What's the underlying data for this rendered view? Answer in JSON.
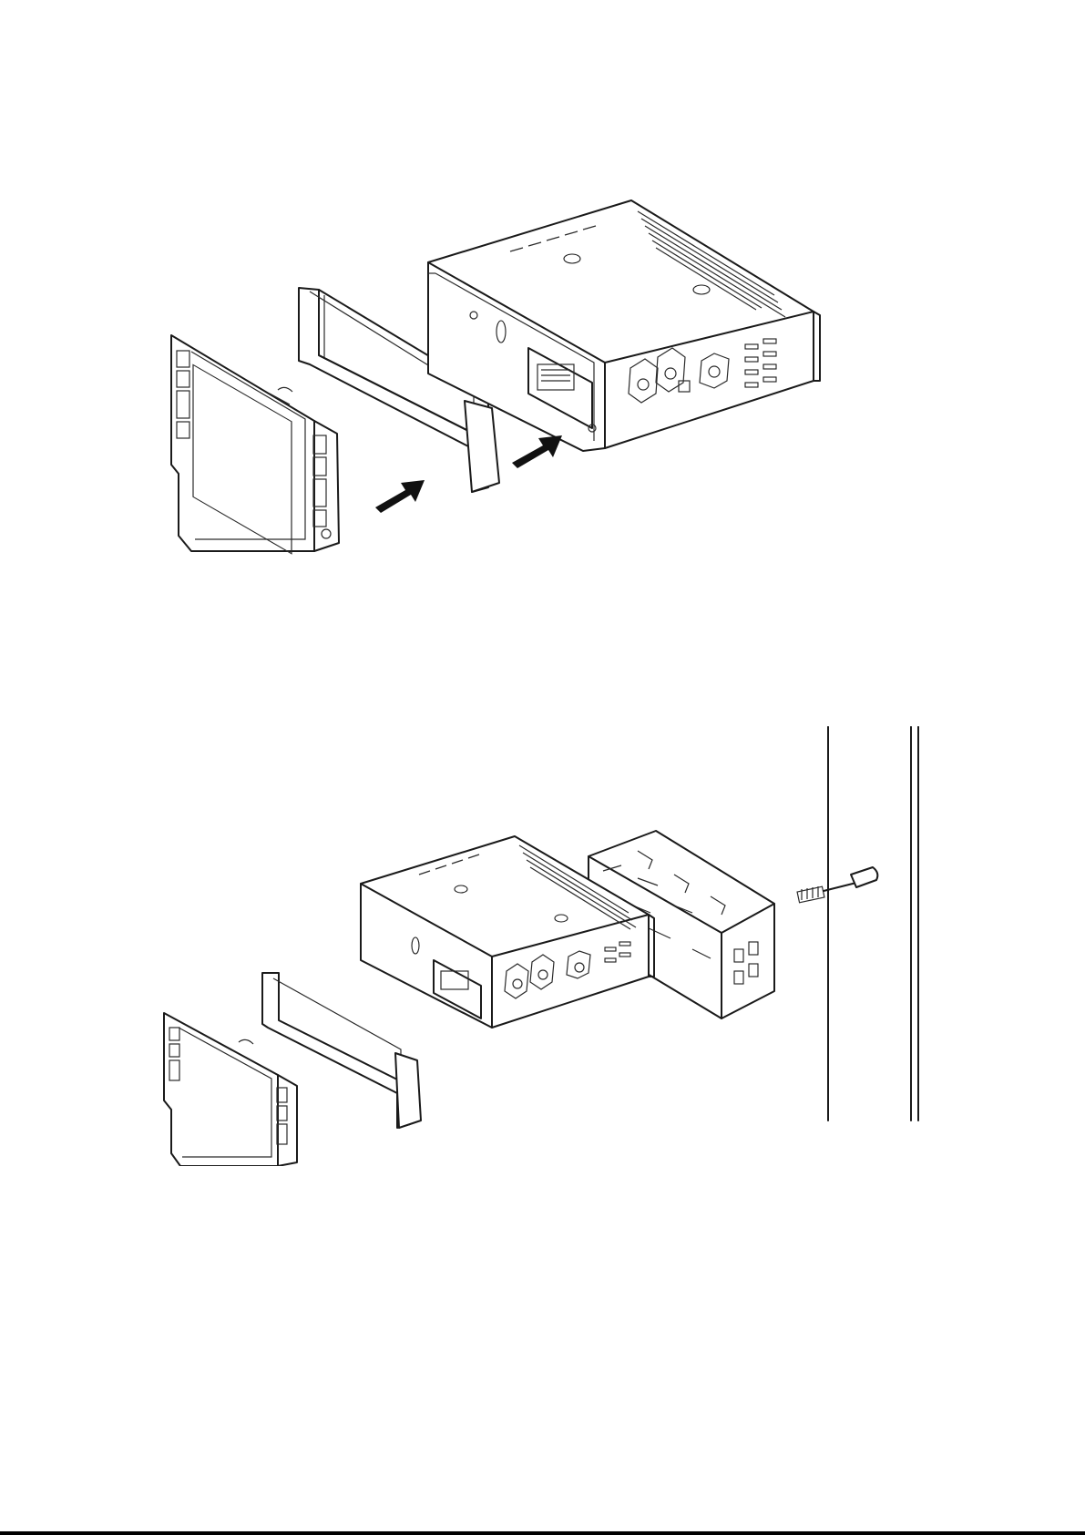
{
  "diagram": {
    "figures": [
      {
        "id": "fig-top",
        "description_parts": [
          "front-panel",
          "trim-frame",
          "head-unit"
        ],
        "arrows": 2
      },
      {
        "id": "fig-bottom",
        "description_parts": [
          "front-panel",
          "trim-frame",
          "head-unit",
          "mounting-sleeve",
          "rear-bolt",
          "dashboard-wall"
        ]
      }
    ],
    "colors": {
      "ink": "#1a1a1a",
      "paper": "#ffffff",
      "arrow": "#111111"
    }
  }
}
